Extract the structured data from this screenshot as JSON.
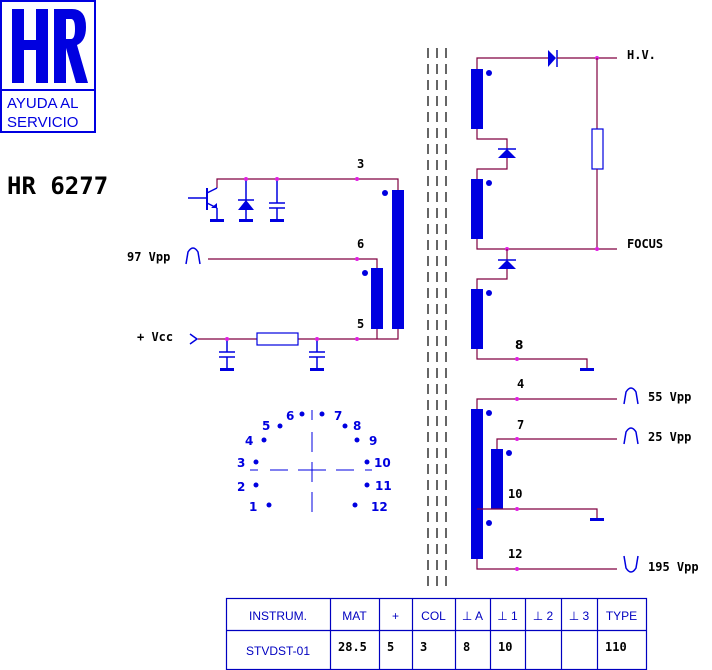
{
  "logo": {
    "mark": "HR",
    "line1": "AYUDA AL",
    "line2": "SERVICIO"
  },
  "title": "HR 6277",
  "primary": {
    "pin3": "3",
    "pin6": "6",
    "pin5": "5",
    "input_pulse": "97  Vpp",
    "supply": "+  Vcc"
  },
  "secondary": {
    "hv": "H.V.",
    "focus": "FOCUS",
    "pin8": "8"
  },
  "aux": {
    "pin4": "4",
    "pin7": "7",
    "pin10": "10",
    "pin12": "12",
    "out4": "55  Vpp",
    "out7": "25  Vpp",
    "out12": "195  Vpp"
  },
  "pinout": [
    "1",
    "2",
    "3",
    "4",
    "5",
    "6",
    "7",
    "8",
    "9",
    "10",
    "11",
    "12"
  ],
  "table": {
    "headers": [
      "INSTRUM.",
      "MAT",
      "+",
      "COL",
      "⊥ A",
      "⊥ 1",
      "⊥ 2",
      "⊥ 3",
      "TYPE"
    ],
    "values": [
      "STVDST-01",
      "28.5",
      "5",
      "3",
      "8",
      "10",
      "",
      "",
      "110"
    ]
  },
  "colors": {
    "component": "#0000e0",
    "wire": "#800040",
    "junction": "#e020e0"
  }
}
